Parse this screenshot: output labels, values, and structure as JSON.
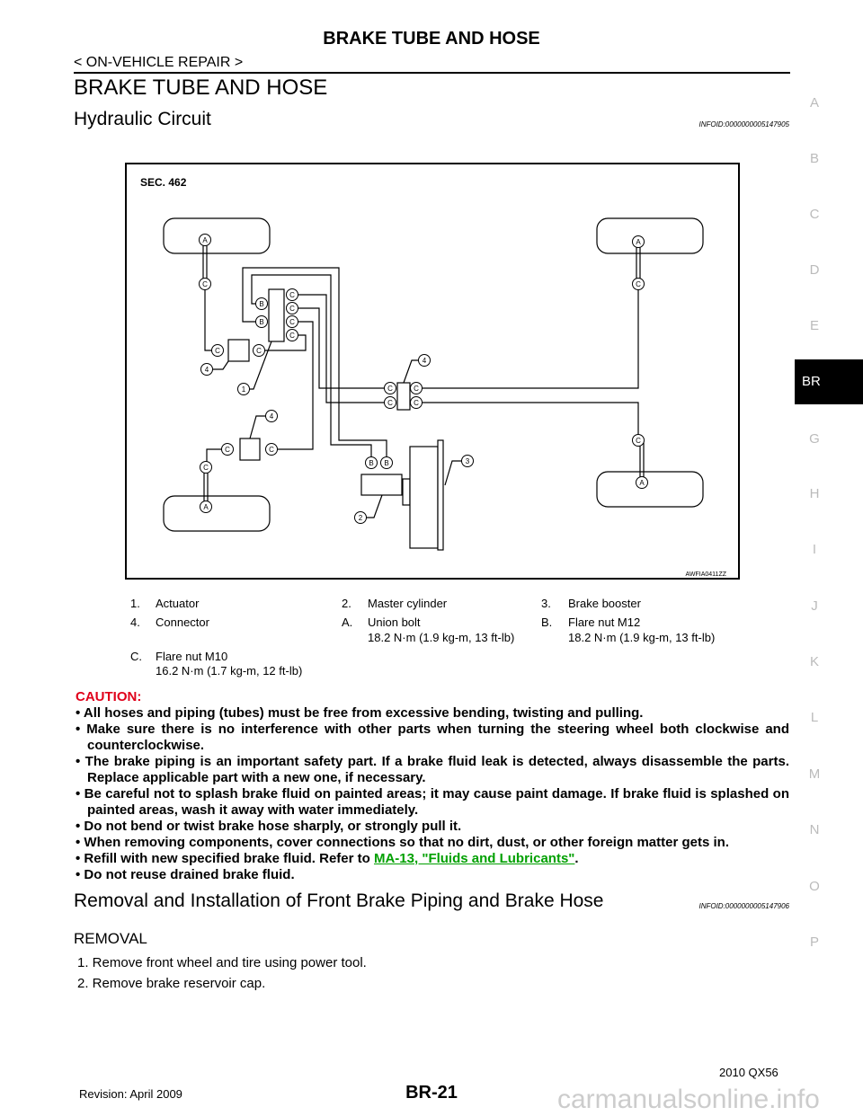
{
  "header": {
    "title": "BRAKE TUBE AND HOSE",
    "breadcrumb": "< ON-VEHICLE REPAIR >"
  },
  "section_title": "BRAKE TUBE AND HOSE",
  "hydraulic": {
    "title": "Hydraulic Circuit",
    "infoid": "INFOID:0000000005147905"
  },
  "diagram": {
    "sec": "SEC. 462",
    "code": "AWFIA0411ZZ"
  },
  "legend": [
    {
      "num": "1.",
      "text": "Actuator"
    },
    {
      "num": "2.",
      "text": "Master cylinder"
    },
    {
      "num": "3.",
      "text": "Brake booster"
    },
    {
      "num": "4.",
      "text": "Connector"
    },
    {
      "num": "A.",
      "text": "Union bolt",
      "sub": "18.2 N·m (1.9 kg-m, 13 ft-lb)"
    },
    {
      "num": "B.",
      "text": "Flare nut M12",
      "sub": "18.2 N·m (1.9 kg-m, 13 ft-lb)"
    },
    {
      "num": "C.",
      "text": "Flare nut M10",
      "sub": "16.2 N·m (1.7 kg-m, 12 ft-lb)"
    }
  ],
  "caution": {
    "heading": "CAUTION:",
    "items": [
      "• All hoses and piping (tubes) must be free from excessive bending, twisting and pulling.",
      "• Make sure there is no interference with other parts when turning the steering wheel both clockwise and counterclockwise.",
      "• The brake piping is an important safety part. If a brake fluid leak is detected, always disassemble the parts. Replace applicable part with a new one, if necessary.",
      "• Be careful not to splash brake fluid on painted areas; it may cause paint damage. If brake fluid is splashed on painted areas, wash it away with water immediately.",
      "• Do not bend or twist brake hose sharply, or strongly pull it.",
      "• When removing components, cover connections so that no dirt, dust, or other foreign matter gets in."
    ],
    "refill_pre": "• Refill with new specified brake fluid. Refer to ",
    "refill_link": "MA-13, \"Fluids and Lubricants\"",
    "refill_post": ".",
    "last": "• Do not reuse drained brake fluid."
  },
  "removal": {
    "title": "Removal and Installation of Front Brake Piping and Brake Hose",
    "infoid": "INFOID:0000000005147906",
    "sub": "REMOVAL",
    "steps": [
      "1.   Remove front wheel and tire using power tool.",
      "2.   Remove brake reservoir cap."
    ]
  },
  "side_index": [
    "A",
    "B",
    "C",
    "D",
    "E",
    "BR",
    "G",
    "H",
    "I",
    "J",
    "K",
    "L",
    "M",
    "N",
    "O",
    "P"
  ],
  "footer": {
    "revision": "Revision: April 2009",
    "page": "BR-21",
    "model": "2010 QX56",
    "watermark": "carmanualsonline.info"
  }
}
